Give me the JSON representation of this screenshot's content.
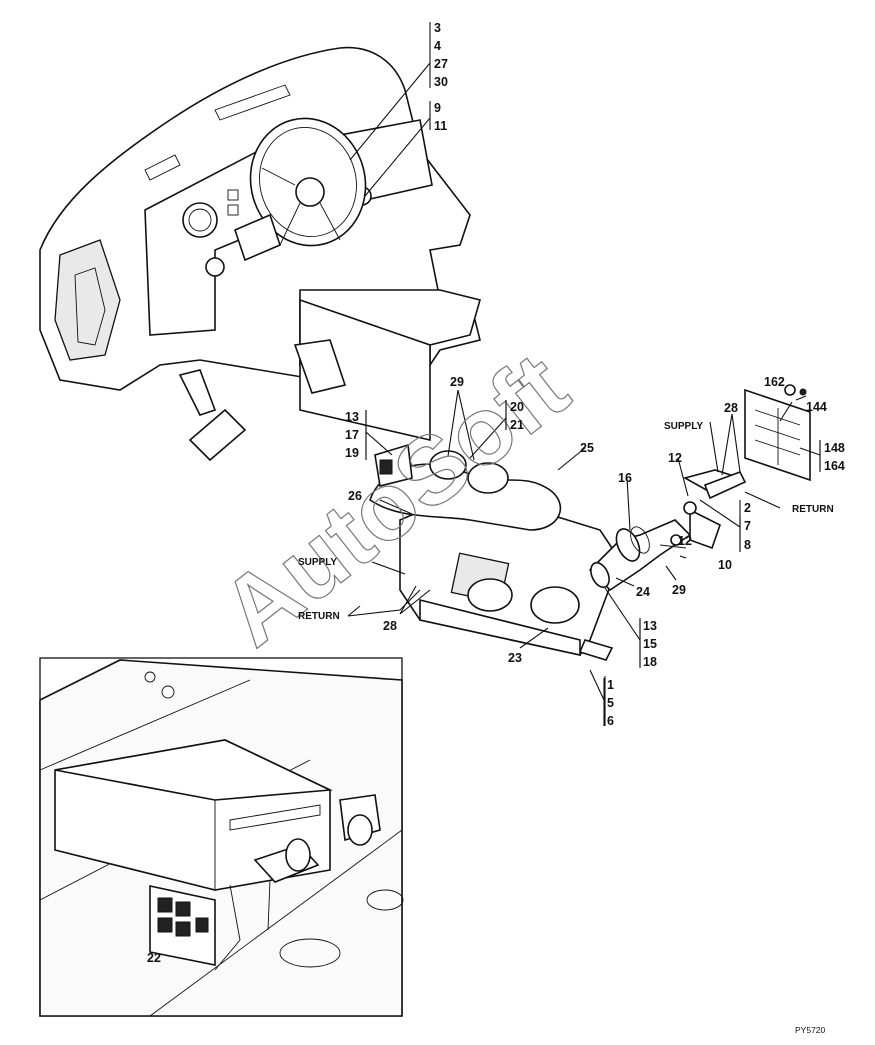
{
  "diagram": {
    "reference_code": "PY5720",
    "watermark": "AutoSoft",
    "callouts": {
      "top_group_a": [
        "3",
        "4",
        "27",
        "30"
      ],
      "top_group_b": [
        "9",
        "11"
      ],
      "left_group": [
        "13",
        "17",
        "19"
      ],
      "mid_group": [
        "20",
        "21"
      ],
      "label_29_top": "29",
      "label_25": "25",
      "label_26": "26",
      "label_16": "16",
      "label_12_top": "12",
      "label_12_mid": "12",
      "label_28_right": "28",
      "label_28_left": "28",
      "right_group_a": [
        "2",
        "7",
        "8"
      ],
      "label_10": "10",
      "label_24": "24",
      "label_29_right": "29",
      "label_23": "23",
      "bottom_group_a": [
        "13",
        "15",
        "18"
      ],
      "bottom_group_b": [
        "1",
        "5",
        "6"
      ],
      "label_162": "162",
      "label_144": "144",
      "plate_group": [
        "148",
        "164"
      ],
      "label_22": "22"
    },
    "hose_words": {
      "supply_right": "SUPPLY",
      "return_right": "RETURN",
      "supply_left": "SUPPLY",
      "return_left": "RETURN"
    }
  }
}
